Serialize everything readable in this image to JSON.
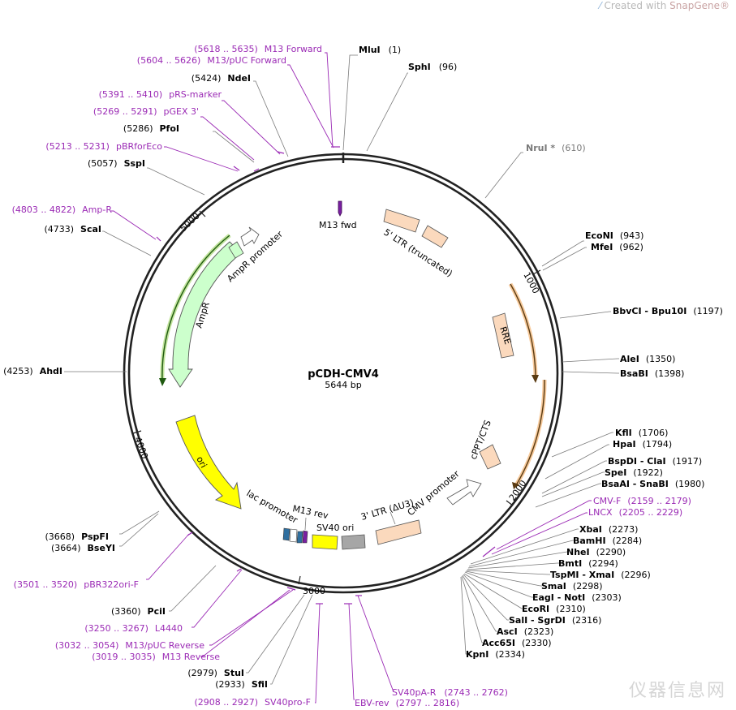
{
  "watermark": {
    "prefix": "Created with ",
    "brand": "SnapGene®"
  },
  "plasmid": {
    "name": "pCDH-CMV4",
    "size": "5644 bp"
  },
  "ticks": [
    "1000",
    "2000",
    "3000",
    "4000",
    "5000"
  ],
  "right_labels": [
    {
      "name": "MluI",
      "pos": "(1)"
    },
    {
      "name": "SphI",
      "pos": "(96)"
    },
    {
      "name": "NruI *",
      "pos": "(610)"
    },
    {
      "name": "EcoNI",
      "pos": "(943)"
    },
    {
      "name": "MfeI",
      "pos": "(962)"
    },
    {
      "name": "BbvCI  - Bpu10I",
      "pos": "(1197)"
    },
    {
      "name": "AleI",
      "pos": "(1350)"
    },
    {
      "name": "BsaBI",
      "pos": "(1398)"
    },
    {
      "name": "KflI",
      "pos": "(1706)"
    },
    {
      "name": "HpaI",
      "pos": "(1794)"
    },
    {
      "name": "BspDI  - ClaI",
      "pos": "(1917)"
    },
    {
      "name": "SpeI",
      "pos": "(1922)"
    },
    {
      "name": "BsaAI  - SnaBI",
      "pos": "(1980)"
    },
    {
      "name": "XbaI",
      "pos": "(2273)"
    },
    {
      "name": "BamHI",
      "pos": "(2284)"
    },
    {
      "name": "NheI",
      "pos": "(2290)"
    },
    {
      "name": "BmtI",
      "pos": "(2294)"
    },
    {
      "name": "TspMI  - XmaI",
      "pos": "(2296)"
    },
    {
      "name": "SmaI",
      "pos": "(2298)"
    },
    {
      "name": "EagI  - NotI",
      "pos": "(2303)"
    },
    {
      "name": "EcoRI",
      "pos": "(2310)"
    },
    {
      "name": "SalI  - SgrDI",
      "pos": "(2316)"
    },
    {
      "name": "AscI",
      "pos": "(2323)"
    },
    {
      "name": "Acc65I",
      "pos": "(2330)"
    },
    {
      "name": "KpnI",
      "pos": "(2334)"
    }
  ],
  "right_primers": [
    {
      "name": "CMV-F",
      "pos": "(2159 .. 2179)"
    },
    {
      "name": "LNCX",
      "pos": "(2205 .. 2229)"
    },
    {
      "name": "SV40pA-R",
      "pos": "(2743 .. 2762)"
    },
    {
      "name": "EBV-rev",
      "pos": "(2797 .. 2816)"
    }
  ],
  "left_labels": [
    {
      "name": "NdeI",
      "pos": "(5424)"
    },
    {
      "name": "PfoI",
      "pos": "(5286)"
    },
    {
      "name": "SspI",
      "pos": "(5057)"
    },
    {
      "name": "ScaI",
      "pos": "(4733)"
    },
    {
      "name": "AhdI",
      "pos": "(4253)"
    },
    {
      "name": "PspFI",
      "pos": "(3668)"
    },
    {
      "name": "BseYI",
      "pos": "(3664)"
    },
    {
      "name": "PciI",
      "pos": "(3360)"
    },
    {
      "name": "StuI",
      "pos": "(2979)"
    },
    {
      "name": "SfiI",
      "pos": "(2933)"
    }
  ],
  "left_primers": [
    {
      "name": "M13 Forward",
      "pos": "(5618 .. 5635)"
    },
    {
      "name": "M13/pUC Forward",
      "pos": "(5604 .. 5626)"
    },
    {
      "name": "pRS-marker",
      "pos": "(5391 .. 5410)"
    },
    {
      "name": "pGEX 3'",
      "pos": "(5269 .. 5291)"
    },
    {
      "name": "pBRforEco",
      "pos": "(5213 .. 5231)"
    },
    {
      "name": "Amp-R",
      "pos": "(4803 .. 4822)"
    },
    {
      "name": "pBR322ori-F",
      "pos": "(3501 .. 3520)"
    },
    {
      "name": "L4440",
      "pos": "(3250 .. 3267)"
    },
    {
      "name": "M13/pUC Reverse",
      "pos": "(3032 .. 3054)"
    },
    {
      "name": "M13 Reverse",
      "pos": "(3019 .. 3035)"
    },
    {
      "name": "SV40pro-F",
      "pos": "(2908 .. 2927)"
    }
  ],
  "features": {
    "m13_fwd": "M13 fwd",
    "ltr5": "5' LTR (truncated)",
    "rre": "RRE",
    "cppt": "cPPT/CTS",
    "cmv": "CMV promoter",
    "ltr3": "3' LTR (ΔU3)",
    "sv40ori": "SV40 ori",
    "m13rev": "M13 rev",
    "lacprom": "lac promoter",
    "ori": "ori",
    "ampr": "AmpR",
    "amprprom": "AmpR promoter"
  },
  "colors": {
    "backbone": "#222222",
    "primer": "#9b2bb5",
    "ltr": "#fbd9bd",
    "ori": "#ffff00",
    "ampr": "#ccffcc",
    "sv40ori": "#a6a6a6"
  },
  "logo_text": "仪器信息网"
}
